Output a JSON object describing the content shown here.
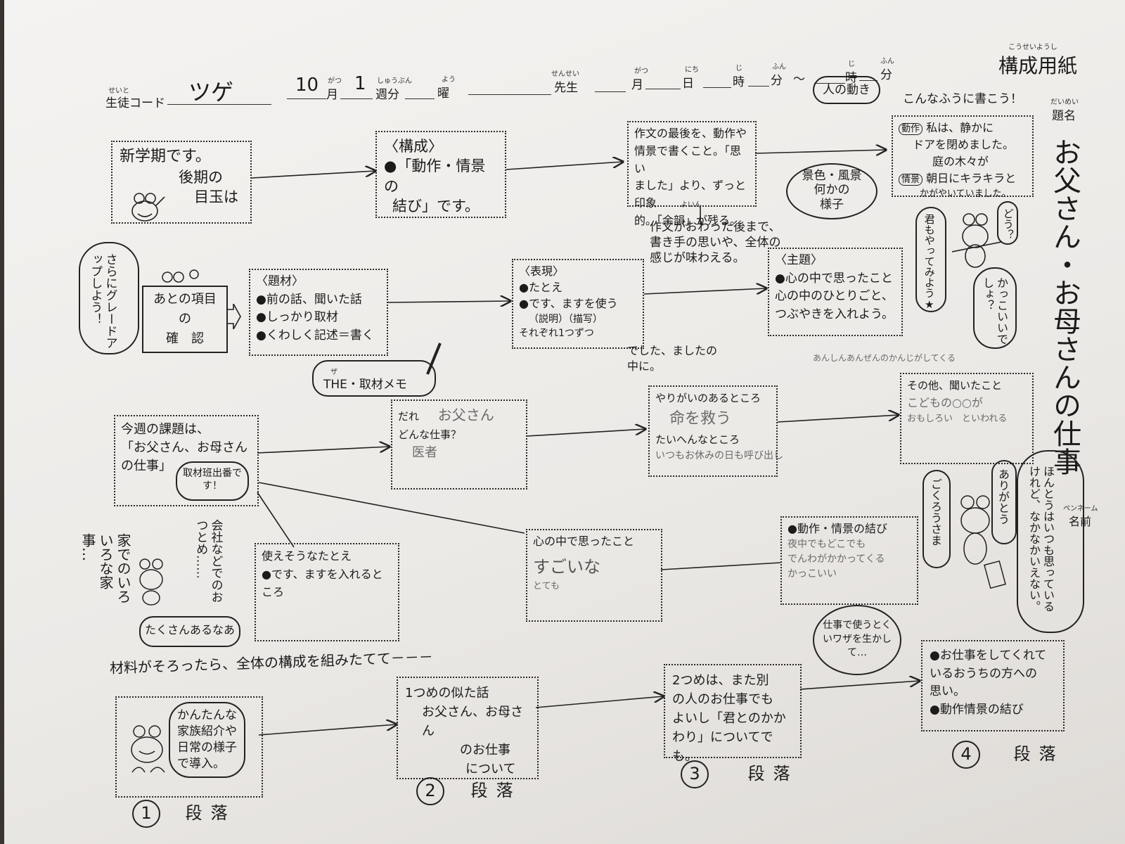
{
  "header": {
    "form_title": "構成用紙",
    "form_title_ruby": "こうせいようし",
    "student_code_label": "生徒コード",
    "student_code_ruby": "せいと",
    "student_code_value": "ツゲ",
    "month_value": "10",
    "month_label": "月",
    "month_ruby": "がつ",
    "week_value": "1",
    "week_label": "週分",
    "week_ruby": "しゅうぶん",
    "day_label": "曜",
    "day_ruby": "よう",
    "teacher_label": "先生",
    "teacher_ruby": "せんせい",
    "date_month": "月",
    "date_month_ruby": "がつ",
    "date_day": "日",
    "date_day_ruby": "にち",
    "time_hour": "時",
    "time_hour_ruby": "じ",
    "time_min": "分",
    "time_min_ruby": "ふん",
    "time_sep": "～",
    "time_hour2": "時",
    "time_hour2_ruby": "じ",
    "time_min2": "分",
    "time_min2_ruby": "ふん"
  },
  "side": {
    "title_label": "題名",
    "title_ruby": "だいめい",
    "title_value": "お父さん・お母さんの仕事",
    "penname_ruby": "ペンネーム",
    "penname_label": "名前"
  },
  "row1": {
    "intro_line1": "新学期です。",
    "intro_line2": "後期の",
    "intro_line3": "目玉は",
    "kousei_head": "〈構成〉",
    "kousei_line1": "●「動作・情景の",
    "kousei_line2": "結び」です。",
    "end_line1": "作文の最後を、動作や",
    "end_line2": "情景で書くこと。「思い",
    "end_line3": "ました」より、ずっと印象",
    "end_line4": "的。「余韻」が残る。",
    "end_ruby": "よいん",
    "after_line1": "作文がおわった後まで、",
    "after_line2": "書き手の思いや、全体の",
    "after_line3": "感じが味わえる。",
    "example_heading": "こんなふうに書こう！",
    "example_move_tag": "動作",
    "example_move_line1": "私は、静かに",
    "example_move_line2": "ドアを閉めました。",
    "example_scene_tag": "情景",
    "example_scene_line1": "庭の木々が",
    "example_scene_line2": "朝日にキラキラと",
    "example_scene_line3": "かがやいていました。",
    "bubble_person": "人の動き",
    "bubble_scene_line1": "景色・風景",
    "bubble_scene_line2": "何かの",
    "bubble_scene_line3": "様子",
    "frog_speech1": "君もやってみよう★",
    "frog_speech2": "どう？",
    "frog_speech3": "かっこいいでしょ？"
  },
  "row2": {
    "grade_up": "さらにグレードアップしよう！",
    "check_line1": "あとの項目",
    "check_line2": "の",
    "check_line3": "確　認",
    "shuzai_head": "〈題材〉",
    "shuzai_line1": "●前の話、聞いた話",
    "shuzai_line2": "●しっかり取材",
    "shuzai_line3": "●くわしく記述＝書く",
    "memo_ruby": "ザ",
    "memo_label": "THE・取材メモ",
    "hyogen_head": "〈表現〉",
    "hyogen_line1": "●たとえ",
    "hyogen_line2": "●です、ますを使う",
    "hyogen_line3": "（説明）（描写）",
    "hyogen_line4": "それぞれ1つずつ",
    "hyogen_note_line1": "でした、ましたの",
    "hyogen_note_line2": "中に。",
    "shudai_head": "〈主題〉",
    "shudai_line1": "●心の中で思ったこと",
    "shudai_line2": "心の中のひとりごと、",
    "shudai_line3": "つぶやきを入れよう。"
  },
  "row3": {
    "kadai_line1": "今週の課題は、",
    "kadai_line2": "「お父さん、お母さん",
    "kadai_line3": "の仕事」",
    "kadai_badge": "取材班出番です！",
    "who_label": "だれ",
    "who_value": "お父さん",
    "work_label": "どんな仕事？",
    "work_value": "医者",
    "worth_label": "やりがいのあるところ",
    "worth_value": "命を救う",
    "hard_label": "たいへんなところ",
    "hard_value": "いつもお休みの日も呼び出し",
    "other_label": "その他、聞いたこと",
    "other_value1": "こどもの○○が",
    "other_value2": "おもしろい　といわれる",
    "top_note": "あんしんあんぜんのかんじがしてくる",
    "metaphor_line1": "使えそうなたとえ",
    "metaphor_line2": "●です、ますを入れるところ",
    "kokoro_label": "心の中で思ったこと",
    "kokoro_value": "すごいな",
    "kokoro_value2": "とても",
    "musubi_label": "●動作・情景の結び",
    "musubi_value1": "夜中でもどこでも",
    "musubi_value2": "でんわがかかってくる",
    "musubi_value3": "かっこいい",
    "house_text": "家でのいろいろな家事…",
    "company_text": "会社などでのおつとめ……",
    "many_text": "たくさんあるなあ",
    "frog_v1": "ごくろうさま",
    "frog_v2": "ありがとう",
    "frog_v3": "ほんとうはいつも思っているけれど、なかなかいえない。"
  },
  "row4": {
    "assemble": "材料がそろったら、全体の構成を組みたてて－－－",
    "p1_line1": "かんたんな",
    "p1_line2": "家族紹介や",
    "p1_line3": "日常の様子",
    "p1_line4": "で導入。",
    "p2_line1": "1つめの似た話",
    "p2_line2": "お父さん、お母さん",
    "p2_line3": "のお仕事",
    "p2_line4": "について",
    "p3_line1": "2つめは、また別",
    "p3_line2": "の人のお仕事でも",
    "p3_line3": "よいし「君とのかか",
    "p3_line4": "わり」についてでも。",
    "p3_bubble": "仕事で使うとくいワザを生かして…",
    "p4_line1": "●お仕事をしてくれて",
    "p4_line2": "いるおうちの方への",
    "p4_line3": "思い。",
    "p4_line4": "●動作情景の結び",
    "n1": "1",
    "n2": "2",
    "n3": "3",
    "n4": "4",
    "danraku": "段落"
  }
}
